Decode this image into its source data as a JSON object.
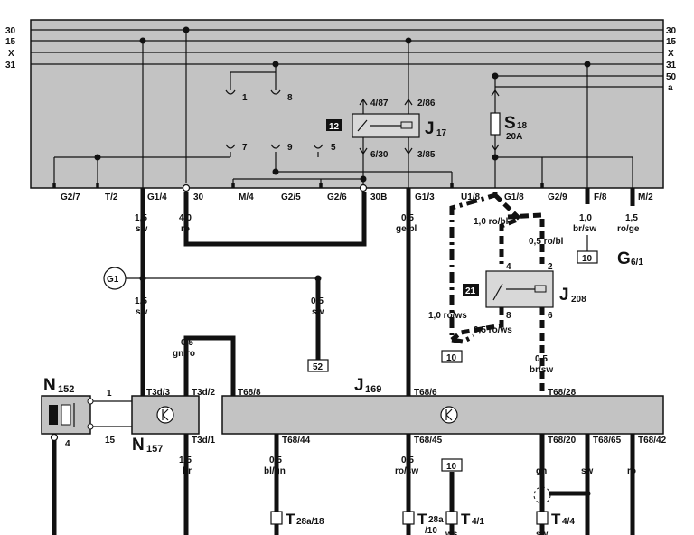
{
  "rails": [
    {
      "left": "30",
      "right": "30"
    },
    {
      "left": "15",
      "right": "15"
    },
    {
      "left": "X",
      "right": "X"
    },
    {
      "left": "31",
      "right": "31"
    },
    {
      "left": "",
      "right": "50"
    },
    {
      "left": "",
      "right": "a"
    }
  ],
  "socket_labels": [
    "1",
    "8",
    "7",
    "9",
    "5"
  ],
  "relay_j17": {
    "badge": "12",
    "name": "J",
    "sub": "17",
    "pins": [
      "4/87",
      "2/86",
      "6/30",
      "3/85"
    ]
  },
  "fuse": {
    "name": "S",
    "sub": "18",
    "rating": "20A"
  },
  "bottom_connectors": [
    "G2/7",
    "T/2",
    "G1/4",
    "30",
    "M/4",
    "G2/5",
    "G2/6",
    "30B",
    "G1/3",
    "U1/8",
    "G1/8",
    "G2/9",
    "F/8",
    "M/2"
  ],
  "wire_labels": {
    "w_g14_a": [
      "1,5",
      "sw"
    ],
    "w_30": [
      "4,0",
      "ro"
    ],
    "w_g13": [
      "0,5",
      "ge/bl"
    ],
    "w_f8": [
      "1,0",
      "br/sw"
    ],
    "w_m2": [
      "1,5",
      "ro/ge"
    ],
    "w_g14_b": [
      "1,5",
      "sw"
    ],
    "w_g1_branch": [
      "0,5",
      "sw"
    ],
    "w_g18": "1,0 ro/bl",
    "w_relay2": "0,5 ro/bl",
    "w_u18": "1,0 ro/ws",
    "w_relay8": "0,5 ro/ws",
    "w_relay6": [
      "0,5",
      "br/sw"
    ],
    "w_t3d2": [
      "0,5",
      "gn/ro"
    ],
    "w_t3d1": [
      "1,5",
      "br"
    ],
    "w_t6844": [
      "0,5",
      "bl/gn"
    ],
    "w_t6845": [
      "0,5",
      "ro/sw"
    ],
    "w_t6820": "gn",
    "w_t6865": "sw",
    "w_t6842": "ro",
    "w_sw_bottom": "sw",
    "w_ws_bottom": "ws"
  },
  "boxed_refs": {
    "f8": "10",
    "g1_branch": "52",
    "u18": "10",
    "t45": "10"
  },
  "ground_ref": {
    "name": "G",
    "sub": "6/1"
  },
  "ground_g1": "G1",
  "relay_j208": {
    "badge": "21",
    "name": "J",
    "sub": "208",
    "pins": [
      "4",
      "2",
      "8",
      "6"
    ]
  },
  "n152": {
    "name": "N",
    "sub": "152",
    "pins": [
      "1",
      "15",
      "4"
    ]
  },
  "n157": {
    "name": "N",
    "sub": "157",
    "pins": [
      "T3d/3",
      "T3d/2",
      "T3d/1"
    ]
  },
  "j169": {
    "name": "J",
    "sub": "169"
  },
  "j169_top_pins": [
    "T68/8",
    "T68/6",
    "T68/28"
  ],
  "j169_bottom_pins": [
    "T68/44",
    "T68/45",
    "T68/20",
    "T68/65",
    "T68/42"
  ],
  "bottom_terminals": [
    {
      "name": "T",
      "sub": "28a/18"
    },
    {
      "name": "T",
      "sub": "28a",
      "sub2": "/10"
    },
    {
      "name": "T",
      "sub": "4/1"
    },
    {
      "name": "T",
      "sub": "4/4"
    }
  ]
}
